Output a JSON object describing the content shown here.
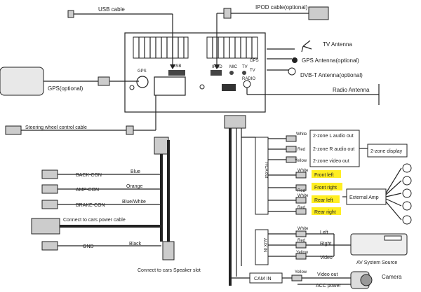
{
  "top": {
    "usb_cable": "USB cable",
    "ipod_cable": "IPOD cable(optional)"
  },
  "unit_ports": {
    "gps": "GPS",
    "usb": "USB",
    "ipod": "IPOD",
    "mic": "MIC",
    "tv": "TV",
    "gps_mini": "GPS",
    "tv_mini": "TV",
    "radio": "RADIO"
  },
  "antennas": {
    "tv": "TV Antenna",
    "gps": "GPS Antenna(optional)",
    "dvbt": "DVB-T Antenna(optional)",
    "radio": "Radio Antenna"
  },
  "left": {
    "gps_optional": "GPS(optional)",
    "steering": "Steering wheel control cable",
    "back_con": "BACK-CON",
    "back_color": "Blue",
    "amp_con": "AMP-CON",
    "amp_color": "Orange",
    "brake_con": "BRAKE-CON",
    "brake_color": "Blue/White",
    "power": "Connect to cars power cable",
    "gnd": "GND",
    "gnd_color": "Black",
    "speaker": "Connect to cars Speaker slot"
  },
  "rca": {
    "rca_out": "RCA out",
    "aux_in": "AUX IN",
    "cam_in": "CAM IN",
    "white1": "White",
    "zone_l": "2-zone L audio out",
    "red1": "Red",
    "zone_r": "2-zone R audio out",
    "yellow1": "Yellow",
    "zone_v": "2-zone video out",
    "zone_display": "2-zone display",
    "white2": "White",
    "front_left": "Front left",
    "red2": "Red",
    "front_right": "Front right",
    "white3": "White",
    "rear_left": "Rear left",
    "red3": "Red",
    "rear_right": "Rear right",
    "external_amp": "External Amp",
    "aux_white": "White",
    "aux_left": "Left",
    "aux_red": "Red",
    "aux_right": "Right",
    "aux_yellow": "Yellow",
    "aux_video": "Video",
    "av_source": "AV System Source",
    "cam_yellow": "Yellow",
    "video_out": "Video out",
    "acc_power": "ACC power",
    "camera": "Camera"
  },
  "colors": {
    "highlight": "#ffee22",
    "ink": "#222222"
  }
}
